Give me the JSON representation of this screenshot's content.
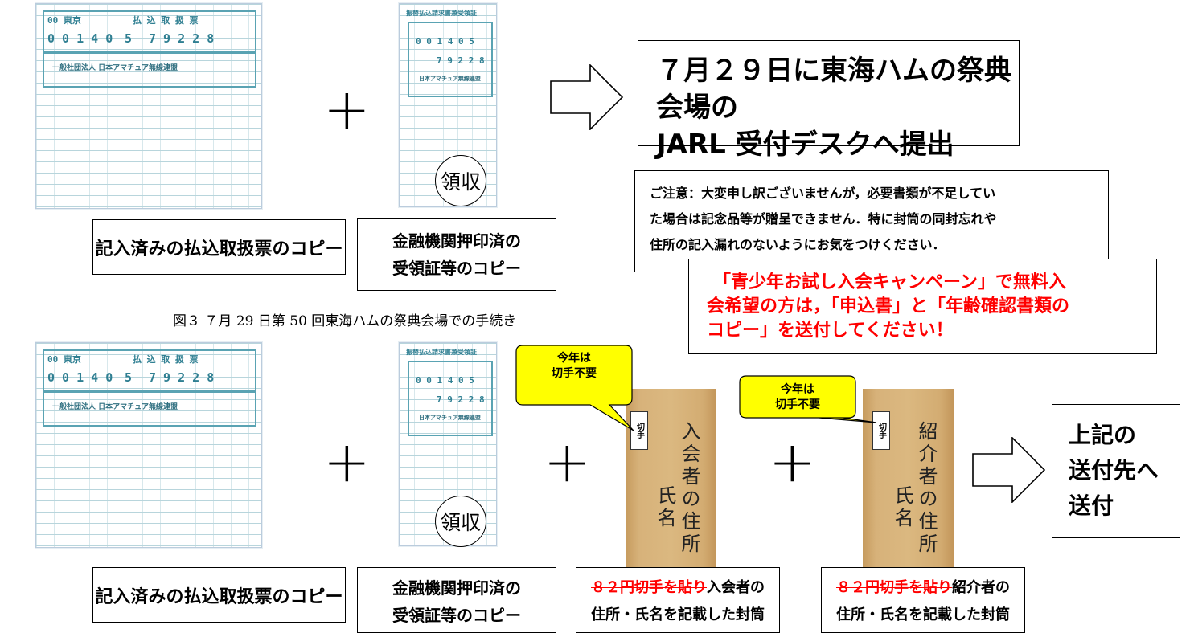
{
  "form": {
    "head_left": "00 東京",
    "head_title": "払 込 取 扱 票",
    "number_left": "0 0 1 4 0",
    "number_mid": "5",
    "number_right": "7 9 2 2 8",
    "org_name": "一般社団法人 日本アマチュア無線連盟",
    "receipt_title": "振替払込請求書兼受領証",
    "receipt_number1": "0 0 1 4 0 5",
    "receipt_number2": "7 9 2 2 8",
    "receipt_org": "日本アマチュア無線連盟"
  },
  "top": {
    "receipt_stamp": "領収",
    "label_form": "記入済みの払込取扱票のコピー",
    "label_receipt_line1": "金融機関押印済の",
    "label_receipt_line2": "受領証等のコピー",
    "main_line1": "７月２９日に東海ハムの祭典会場の",
    "main_line2": "JARL 受付デスクへ提出",
    "notice_line1": "ご注意：大変申し訳ございませんが，必要書類が不足してい",
    "notice_line2": "た場合は記念品等が贈呈できません．特に封筒の同封忘れや",
    "notice_line3": "住所の記入漏れのないようにお気をつけください．",
    "campaign_line1": "「青少年お試し入会キャンペーン」で無料入",
    "campaign_line2": "会希望の方は，「申込書」と「年齢確認書類の",
    "campaign_line3": "コピー」を送付してください！",
    "caption": "図３ ７月 29 日第 50 回東海ハムの祭典会場での手続き"
  },
  "bottom": {
    "receipt_stamp": "領収",
    "label_form": "記入済みの払込取扱票のコピー",
    "label_receipt_line1": "金融機関押印済の",
    "label_receipt_line2": "受領証等のコピー",
    "callout_line1": "今年は",
    "callout_line2": "切手不要",
    "stamp_box_text": "切手",
    "env1_address": "入会者の住所",
    "env1_name": "氏名",
    "env2_address": "紹介者の住所",
    "env2_name": "氏名",
    "env1_label_strike": "８２円切手を貼り",
    "env1_label_rest": "入会者の",
    "env1_label_line2": "住所・氏名を記載した封筒",
    "env2_label_strike": "８２円切手を貼り",
    "env2_label_rest": "紹介者の",
    "env2_label_line2": "住所・氏名を記載した封筒",
    "send_line1": "上記の",
    "send_line2": "送付先へ",
    "send_line3": "送付"
  },
  "colors": {
    "accent_red": "#ff0000",
    "callout_yellow": "#ffff00",
    "envelope": "#d6b077",
    "form_teal": "#2f7f92"
  }
}
